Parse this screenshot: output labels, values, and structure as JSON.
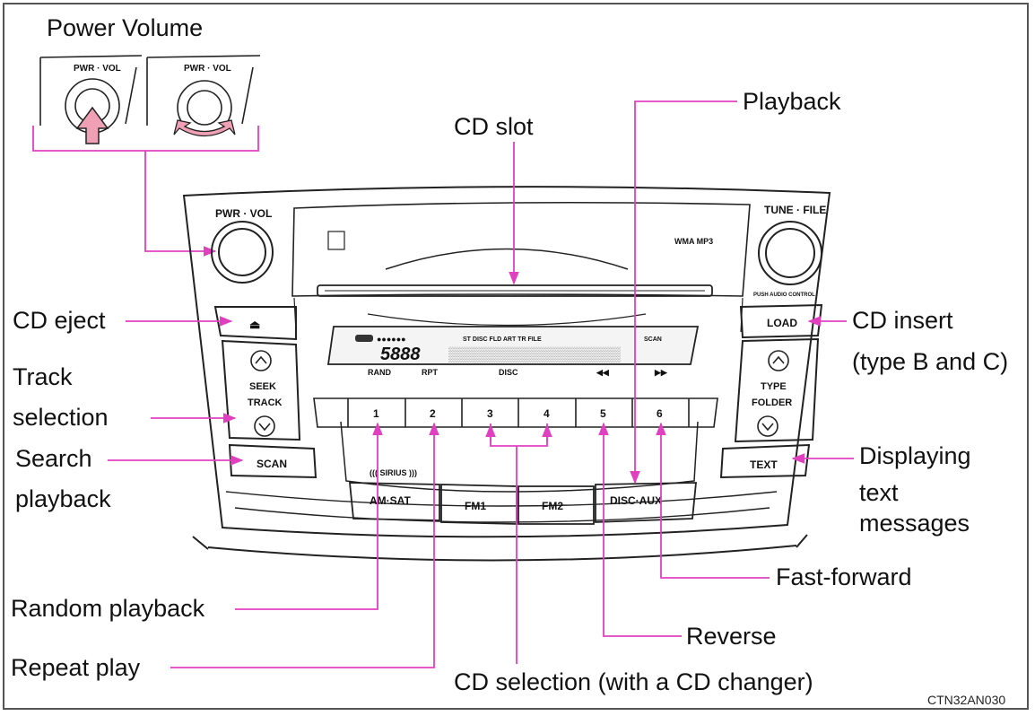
{
  "labels": {
    "power_volume": "Power Volume",
    "cd_slot": "CD slot",
    "playback": "Playback",
    "cd_eject": "CD eject",
    "track_line1": "Track",
    "track_line2": "selection",
    "search_line1": "Search",
    "search_line2": "playback",
    "cd_insert_line1": "CD insert",
    "cd_insert_line2": "(type B and C)",
    "text_line1": "Displaying",
    "text_line2": "text",
    "text_line3": "messages",
    "fast_forward": "Fast-forward",
    "random_playback": "Random playback",
    "reverse": "Reverse",
    "repeat_play": "Repeat play",
    "cd_selection": "CD selection (with a CD changer)"
  },
  "figure_code": "CTN32AN030",
  "panel": {
    "pwr_vol": "PWR · VOL",
    "tune_file": "TUNE · FILE",
    "push_audio_control": "PUSH AUDIO CONTROL",
    "load": "LOAD",
    "scan": "SCAN",
    "text": "TEXT",
    "seek": "SEEK",
    "track": "TRACK",
    "type": "TYPE",
    "folder": "FOLDER",
    "eject_symbol": "⏏",
    "preset_buttons": [
      "1",
      "2",
      "3",
      "4",
      "5",
      "6"
    ],
    "source_buttons": [
      "AM·SAT",
      "FM1",
      "FM2",
      "DISC·AUX"
    ],
    "satellite_logo": "((( SIRIUS )))",
    "wma_mp3": "WMA MP3",
    "display": {
      "number": "5888",
      "top_indicators": "ST  DISC  FLD  ART  TR  FILE",
      "scan_indicator": "SCAN",
      "bottom_rand": "RAND",
      "bottom_rpt": "RPT",
      "bottom_disc": "DISC"
    }
  },
  "colors": {
    "callout_line": "#e040c0",
    "arrow_fill": "#f0a0b4",
    "panel_stroke": "#222222"
  }
}
